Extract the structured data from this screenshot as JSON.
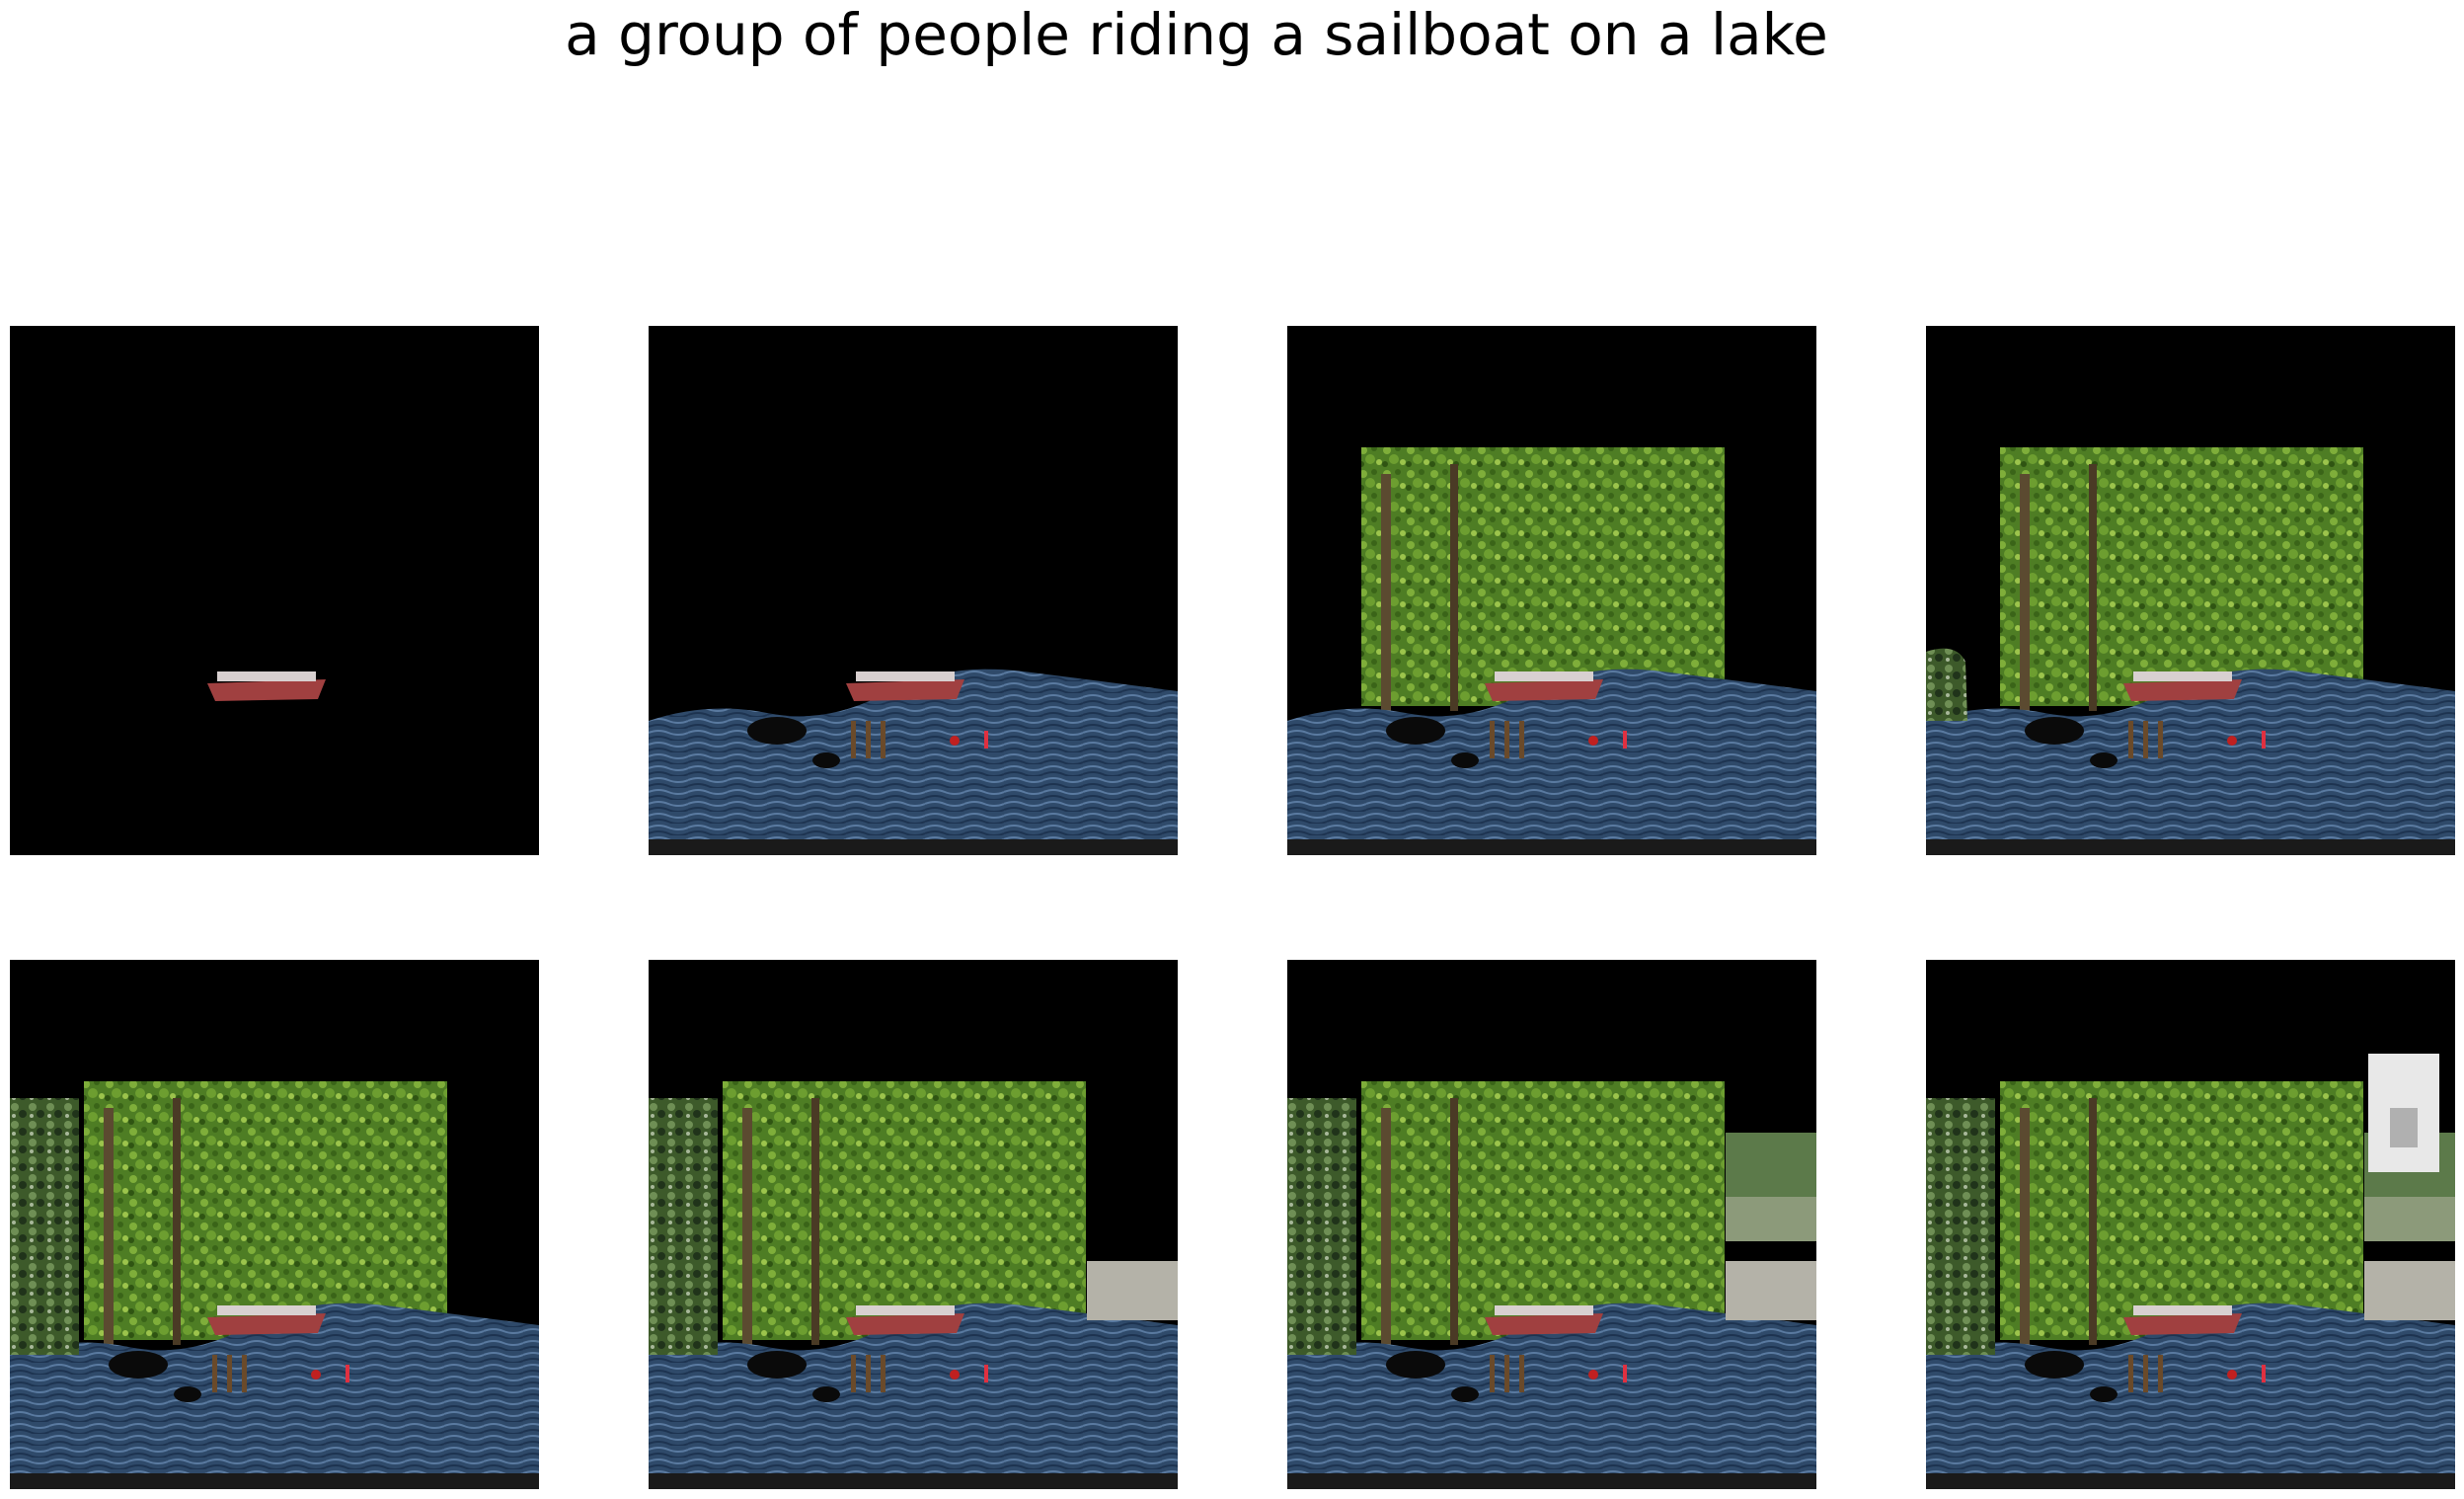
{
  "figure": {
    "title": "a group of people riding a sailboat on a lake"
  },
  "panels": [
    {
      "step": 1,
      "layers": [
        "boat"
      ]
    },
    {
      "step": 2,
      "layers": [
        "boat",
        "water"
      ]
    },
    {
      "step": 3,
      "layers": [
        "boat",
        "water",
        "trees"
      ]
    },
    {
      "step": 4,
      "layers": [
        "boat",
        "water",
        "trees",
        "left-bush"
      ]
    },
    {
      "step": 5,
      "layers": [
        "boat",
        "water",
        "trees",
        "left-bush",
        "left-tree"
      ]
    },
    {
      "step": 6,
      "layers": [
        "boat",
        "water",
        "trees",
        "left-bush",
        "left-tree",
        "right-road"
      ]
    },
    {
      "step": 7,
      "layers": [
        "boat",
        "water",
        "trees",
        "left-bush",
        "left-tree",
        "right-road",
        "right-park"
      ]
    },
    {
      "step": 8,
      "layers": [
        "boat",
        "water",
        "trees",
        "left-bush",
        "left-tree",
        "right-road",
        "right-park",
        "right-building"
      ]
    }
  ],
  "colors": {
    "background": "#000000",
    "water": "#2f4a6a",
    "trees": "#5a8a2a",
    "boat": "#a04040"
  }
}
